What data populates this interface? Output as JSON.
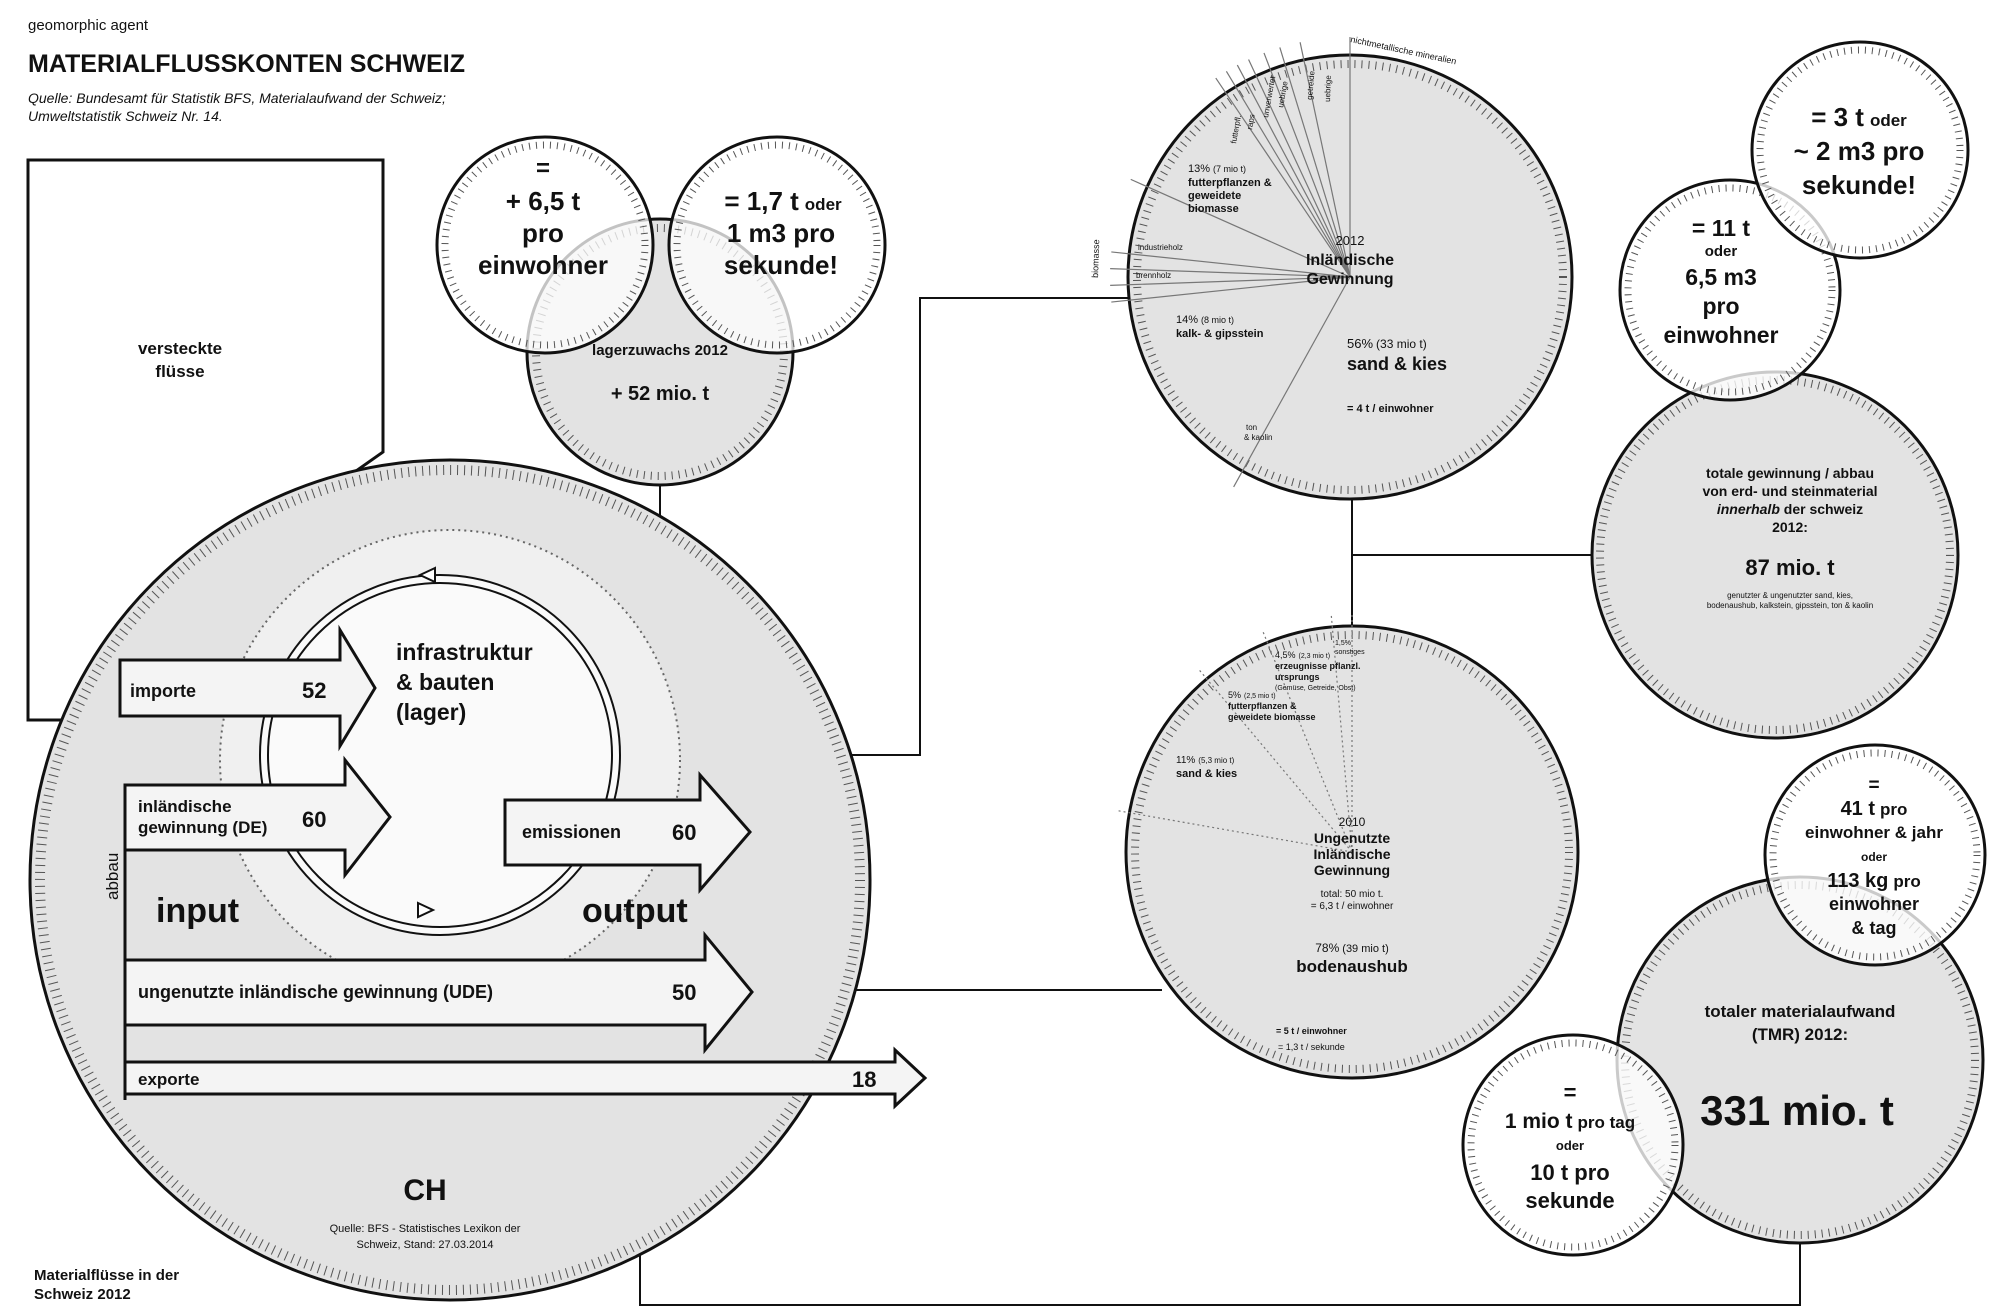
{
  "header": {
    "brand": "geomorphic agent",
    "title": "MATERIALFLUSSKONTEN SCHWEIZ",
    "source_line1": "Quelle: Bundesamt für Statistik BFS, Materialaufwand der Schweiz;",
    "source_line2": "Umweltstatistik Schweiz Nr. 14."
  },
  "hidden_flows": {
    "line1": "versteckte",
    "line2": "flüsse"
  },
  "storage": {
    "label": "lagerzuwachs 2012",
    "value": "+ 52 mio. t",
    "per_person": [
      "=",
      "+ 6,5 t",
      "pro",
      "einwohner"
    ],
    "per_second": {
      "line1_big": "= 1,7 t",
      "line1_small": "oder",
      "line2": "1 m3 pro",
      "line3": "sekunde!"
    }
  },
  "ch_flows": {
    "country": "CH",
    "source_line1": "Quelle: BFS - Statistisches Lexikon der",
    "source_line2": "Schweiz, Stand: 27.03.2014",
    "center_line1": "infrastruktur",
    "center_line2": "& bauten",
    "center_line3": "(lager)",
    "abbau": "abbau",
    "input": "input",
    "output": "output",
    "importe": {
      "label": "importe",
      "value": "52"
    },
    "de": {
      "label1": "inländische",
      "label2": "gewinnung (DE)",
      "value": "60"
    },
    "emissionen": {
      "label": "emissionen",
      "value": "60"
    },
    "ude": {
      "label": "ungenutzte inländische gewinnung (UDE)",
      "value": "50"
    },
    "exporte": {
      "label": "exporte",
      "value": "18"
    }
  },
  "footer": {
    "line1": "Materialflüsse in der",
    "line2": "Schweiz 2012"
  },
  "de_pie": {
    "year": "2012",
    "title1": "Inländische",
    "title2": "Gewinnung",
    "top_label1": "nichtmetallische mineralien",
    "mini_labels": [
      "getreide",
      "uebrige",
      "unverwertet",
      "raps",
      "futterpfl.",
      "uebrige"
    ],
    "s_futter": {
      "pct": "13%",
      "small": "(7 mio t)",
      "line1": "futterpflanzen &",
      "line2": "geweidete",
      "line3": "biomasse"
    },
    "s_biomasse": "biomasse",
    "s_industrieholz": "industrieholz",
    "s_brennholz": "brennholz",
    "s_kalk": {
      "pct": "14%",
      "small": "(8 mio t)",
      "label": "kalk- & gipsstein"
    },
    "s_ton": {
      "line1": "ton",
      "line2": "& kaolin"
    },
    "s_sand": {
      "pct": "56%",
      "small": "(33 mio t)",
      "label": "sand & kies",
      "per": "= 4 t / einwohner"
    }
  },
  "ude_pie": {
    "year": "2010",
    "title1": "Ungenutzte",
    "title2": "Inländische",
    "title3": "Gewinnung",
    "total1": "total: 50 mio t.",
    "total2": "= 6,3 t / einwohner",
    "s_sonstiges": {
      "pct": "1,5%",
      "label": "sonstiges"
    },
    "s_erzeugnisse": {
      "pct": "4,5%",
      "small": "(2,3 mio t)",
      "line1": "erzeugnisse pflanzl.",
      "line2": "ursprungs",
      "line3": "(Gemüse, Getreide, Obst)"
    },
    "s_futter": {
      "pct": "5%",
      "small": "(2,5 mio t)",
      "line1": "futterpflanzen &",
      "line2": "geweidete biomasse"
    },
    "s_sand": {
      "pct": "11%",
      "small": "(5,3 mio t)",
      "label": "sand & kies"
    },
    "s_boden": {
      "pct": "78%",
      "small": "(39 mio t)",
      "label": "bodenaushub",
      "per1": "= 5 t / einwohner",
      "per2": "= 1,3 t / sekunde"
    }
  },
  "extraction": {
    "line1": "totale gewinnung / abbau",
    "line2": "von erd- und steinmaterial",
    "line3_italic": "innerhalb",
    "line3_rest": " der schweiz",
    "line4": "2012:",
    "value": "87 mio. t",
    "note1": "genutzter & ungenutzter sand, kies,",
    "note2": "bodenaushub, kalkstein, gipsstein, ton & kaolin",
    "per_person": [
      "= 11 t",
      "oder",
      "6,5 m3",
      "pro",
      "einwohner"
    ],
    "per_second": {
      "line1_big": "= 3 t",
      "line1_small": "oder",
      "line2": "~ 2 m3 pro",
      "line3": "sekunde!"
    }
  },
  "tmr": {
    "line1": "totaler materialaufwand",
    "line2": "(TMR) 2012:",
    "value": "331 mio. t",
    "per_person": {
      "l1": "=",
      "l2_big": "41 t",
      "l2_small": "pro",
      "l3": "einwohner & jahr",
      "l4": "oder",
      "l5_big": "113 kg",
      "l5_small": "pro",
      "l6": "einwohner",
      "l7": "& tag"
    },
    "per_day": {
      "l1": "=",
      "l2_big": "1 mio t",
      "l2_small": "pro tag",
      "l3": "oder",
      "l4": "10 t pro",
      "l5": "sekunde"
    }
  },
  "colors": {
    "circle_fill": "#e3e3e3",
    "line": "#111111",
    "arrow_fill": "#f4f4f4",
    "muted_text": "#8a8a8a"
  }
}
